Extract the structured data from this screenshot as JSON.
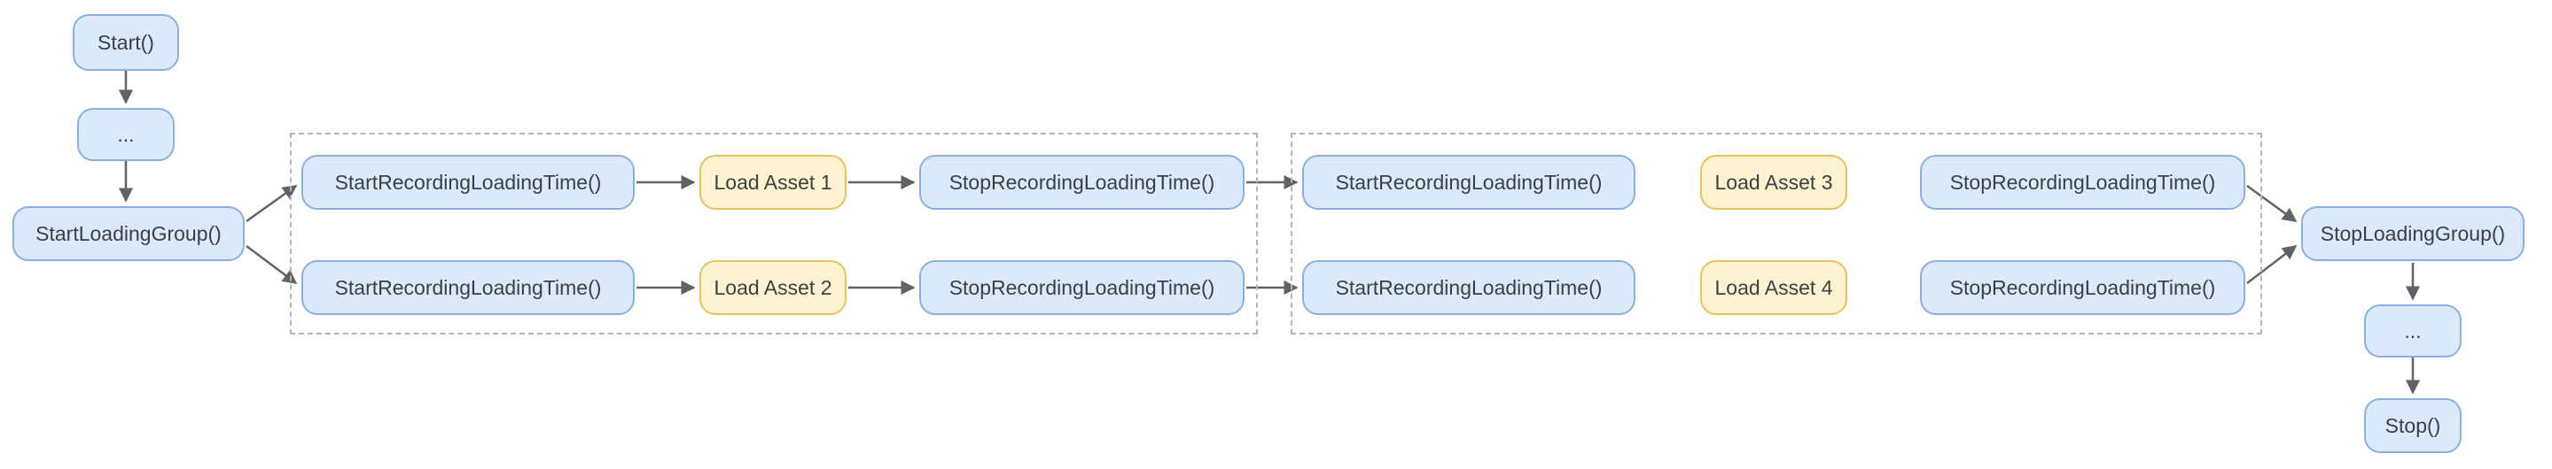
{
  "diagram": {
    "nodes": {
      "start": {
        "label": "Start()"
      },
      "ellipsis_top": {
        "label": "..."
      },
      "start_loading_group": {
        "label": "StartLoadingGroup()"
      },
      "group1": {
        "row1": {
          "start": "StartRecordingLoadingTime()",
          "load": "Load Asset 1",
          "stop": "StopRecordingLoadingTime()"
        },
        "row2": {
          "start": "StartRecordingLoadingTime()",
          "load": "Load Asset 2",
          "stop": "StopRecordingLoadingTime()"
        }
      },
      "group2": {
        "row1": {
          "start": "StartRecordingLoadingTime()",
          "load": "Load Asset 3",
          "stop": "StopRecordingLoadingTime()"
        },
        "row2": {
          "start": "StartRecordingLoadingTime()",
          "load": "Load Asset 4",
          "stop": "StopRecordingLoadingTime()"
        }
      },
      "stop_loading_group": {
        "label": "StopLoadingGroup()"
      },
      "ellipsis_bottom": {
        "label": "..."
      },
      "stop": {
        "label": "Stop()"
      }
    },
    "colors": {
      "process_fill": "#dbe9fb",
      "process_border": "#8ab0e3",
      "asset_fill": "#fdf3d0",
      "asset_border": "#e9c25c",
      "group_border": "#b5b5b5",
      "edge": "#5f6368",
      "text": "#3c4043",
      "background": "#ffffff"
    }
  }
}
